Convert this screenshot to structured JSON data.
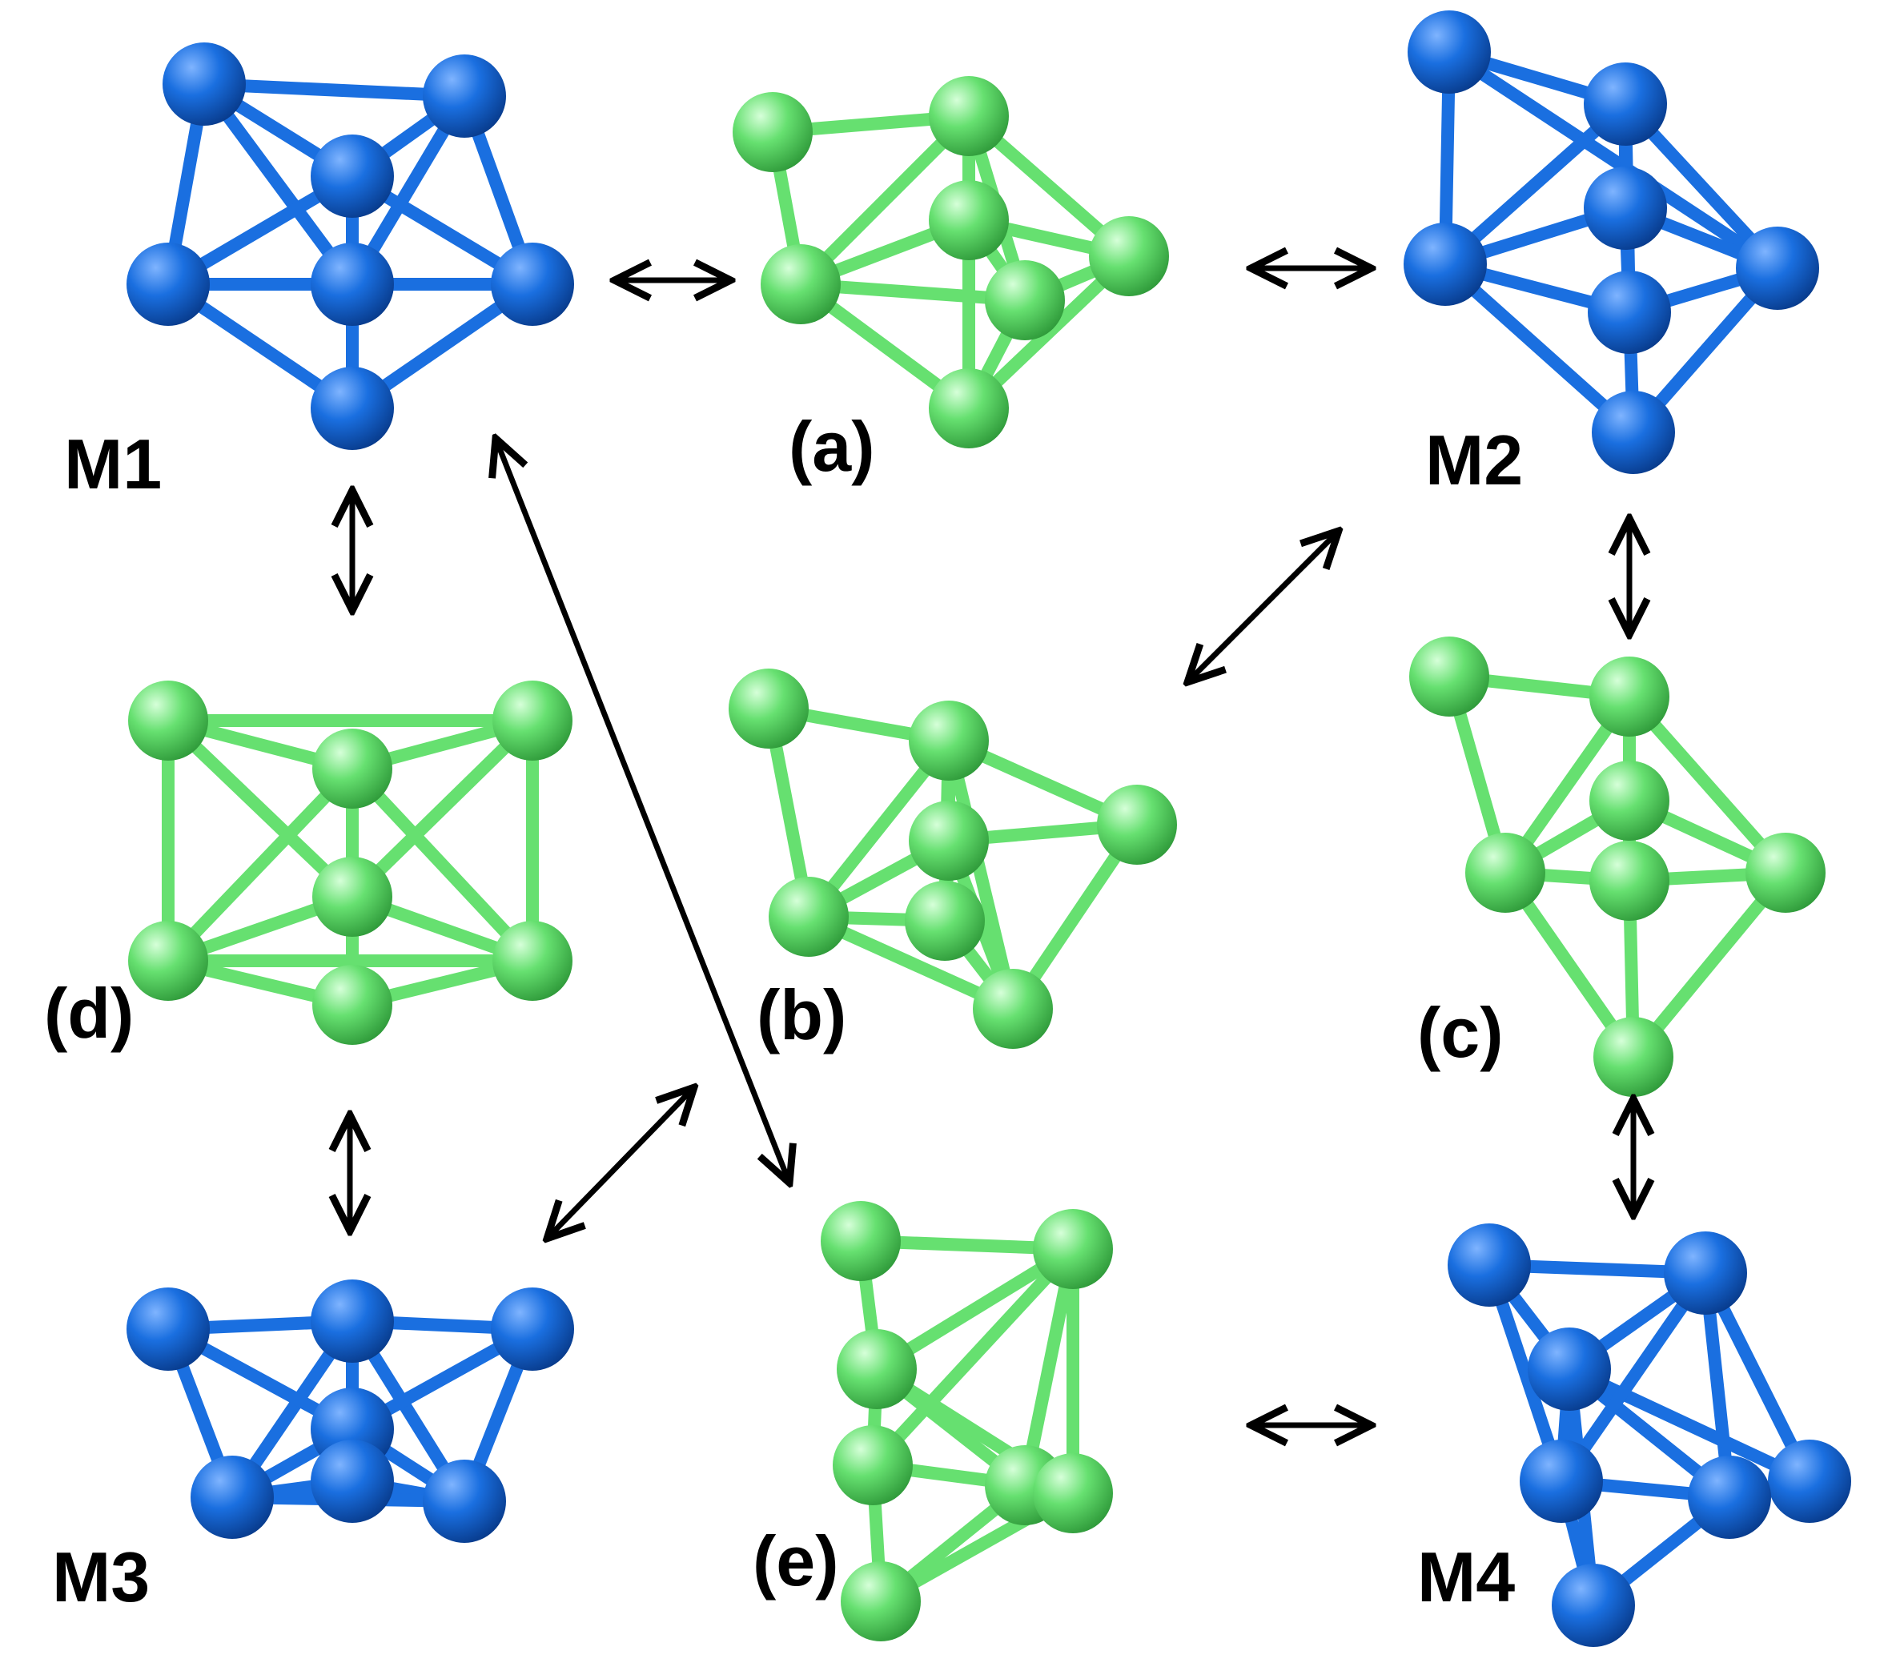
{
  "labels": {
    "m1": "M1",
    "m2": "M2",
    "m3": "M3",
    "m4": "M4",
    "a": "(a)",
    "b": "(b)",
    "c": "(c)",
    "d": "(d)",
    "e": "(e)"
  },
  "colors": {
    "minimum_cluster": "#1a6fe0",
    "transition_cluster": "#66e070",
    "arrow": "#000000"
  }
}
